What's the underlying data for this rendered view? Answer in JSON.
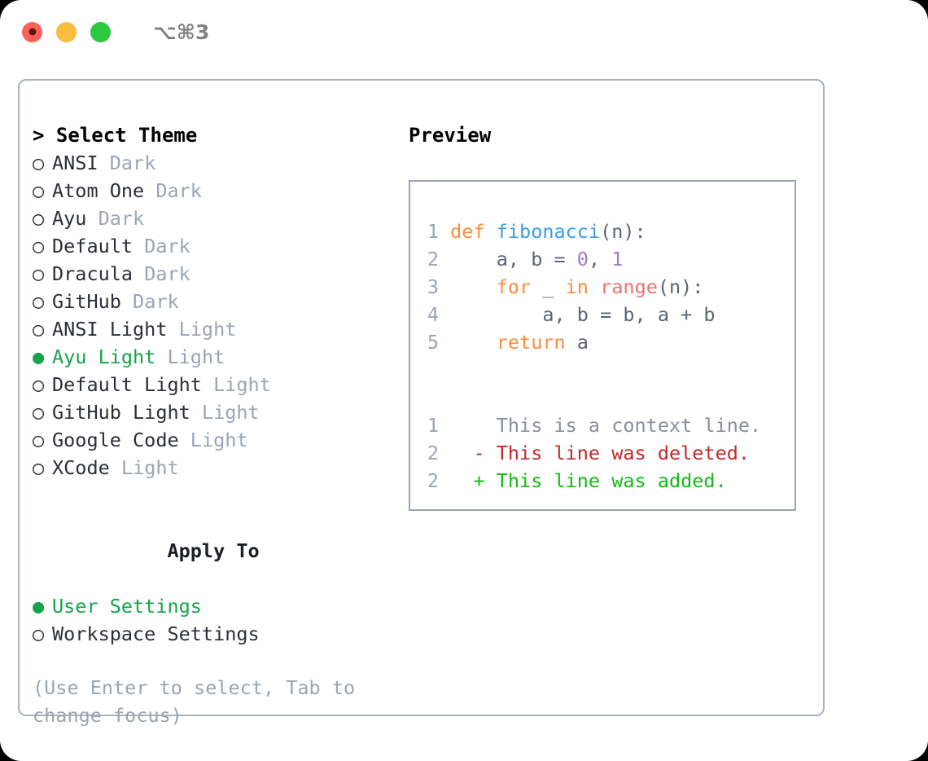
{
  "titlebar": {
    "shortcut": "⌥⌘3",
    "buttons": [
      {
        "name": "close",
        "color": "#ff6059"
      },
      {
        "name": "minimize",
        "color": "#fcbc40"
      },
      {
        "name": "maximize",
        "color": "#2bc840"
      }
    ]
  },
  "theme_picker": {
    "prompt": "> Select Theme",
    "selected_marker": "●",
    "unselected_marker": "○",
    "items": [
      {
        "marker": "○",
        "label": "ANSI",
        "variant": "Dark",
        "selected": false
      },
      {
        "marker": "○",
        "label": "Atom One",
        "variant": "Dark",
        "selected": false
      },
      {
        "marker": "○",
        "label": "Ayu",
        "variant": "Dark",
        "selected": false
      },
      {
        "marker": "○",
        "label": "Default",
        "variant": "Dark",
        "selected": false
      },
      {
        "marker": "○",
        "label": "Dracula",
        "variant": "Dark",
        "selected": false
      },
      {
        "marker": "○",
        "label": "GitHub",
        "variant": "Dark",
        "selected": false
      },
      {
        "marker": "○",
        "label": "ANSI Light",
        "variant": "Light",
        "selected": false
      },
      {
        "marker": "●",
        "label": "Ayu Light",
        "variant": "Light",
        "selected": true
      },
      {
        "marker": "○",
        "label": "Default Light",
        "variant": "Light",
        "selected": false
      },
      {
        "marker": "○",
        "label": "GitHub Light",
        "variant": "Light",
        "selected": false
      },
      {
        "marker": "○",
        "label": "Google Code",
        "variant": "Light",
        "selected": false
      },
      {
        "marker": "○",
        "label": "XCode",
        "variant": "Light",
        "selected": false
      }
    ]
  },
  "apply_to": {
    "title": "Apply To",
    "items": [
      {
        "marker": "●",
        "label": "User Settings",
        "selected": true
      },
      {
        "marker": "○",
        "label": "Workspace Settings",
        "selected": false
      }
    ]
  },
  "hint": "(Use Enter to select, Tab to change focus)",
  "preview": {
    "title": "Preview",
    "code_lines": [
      {
        "number": "1",
        "tokens": [
          {
            "text": "def ",
            "kind": "kw"
          },
          {
            "text": "fibonacci",
            "kind": "fn"
          },
          {
            "text": "(n):",
            "kind": "txt"
          }
        ]
      },
      {
        "number": "2",
        "tokens": [
          {
            "text": "    a, b = ",
            "kind": "txt"
          },
          {
            "text": "0",
            "kind": "num"
          },
          {
            "text": ", ",
            "kind": "txt"
          },
          {
            "text": "1",
            "kind": "num"
          }
        ]
      },
      {
        "number": "3",
        "tokens": [
          {
            "text": "    ",
            "kind": "txt"
          },
          {
            "text": "for",
            "kind": "kw"
          },
          {
            "text": " _ ",
            "kind": "txt"
          },
          {
            "text": "in",
            "kind": "kw"
          },
          {
            "text": " ",
            "kind": "txt"
          },
          {
            "text": "range",
            "kind": "call"
          },
          {
            "text": "(n):",
            "kind": "txt"
          }
        ]
      },
      {
        "number": "4",
        "tokens": [
          {
            "text": "        a, b = b, a + b",
            "kind": "txt"
          }
        ]
      },
      {
        "number": "5",
        "tokens": [
          {
            "text": "    ",
            "kind": "txt"
          },
          {
            "text": "return",
            "kind": "kw"
          },
          {
            "text": " a",
            "kind": "txt"
          }
        ]
      }
    ],
    "diff_lines": [
      {
        "number": "1",
        "sign": " ",
        "text": "This is a context line.",
        "kind": "ctx"
      },
      {
        "number": "2",
        "sign": "-",
        "text": "This line was deleted.",
        "kind": "del"
      },
      {
        "number": "2",
        "sign": "+",
        "text": "This line was added.",
        "kind": "add"
      }
    ]
  },
  "colors": {
    "accent_green": "#16a34a",
    "muted": "#9aa5b1",
    "keyword": "#fa8d3e",
    "function": "#399ee6",
    "number": "#a37acc",
    "call": "#f07171",
    "diff_add": "#12bb12",
    "diff_del": "#c62828",
    "border": "#9aa5b1"
  }
}
